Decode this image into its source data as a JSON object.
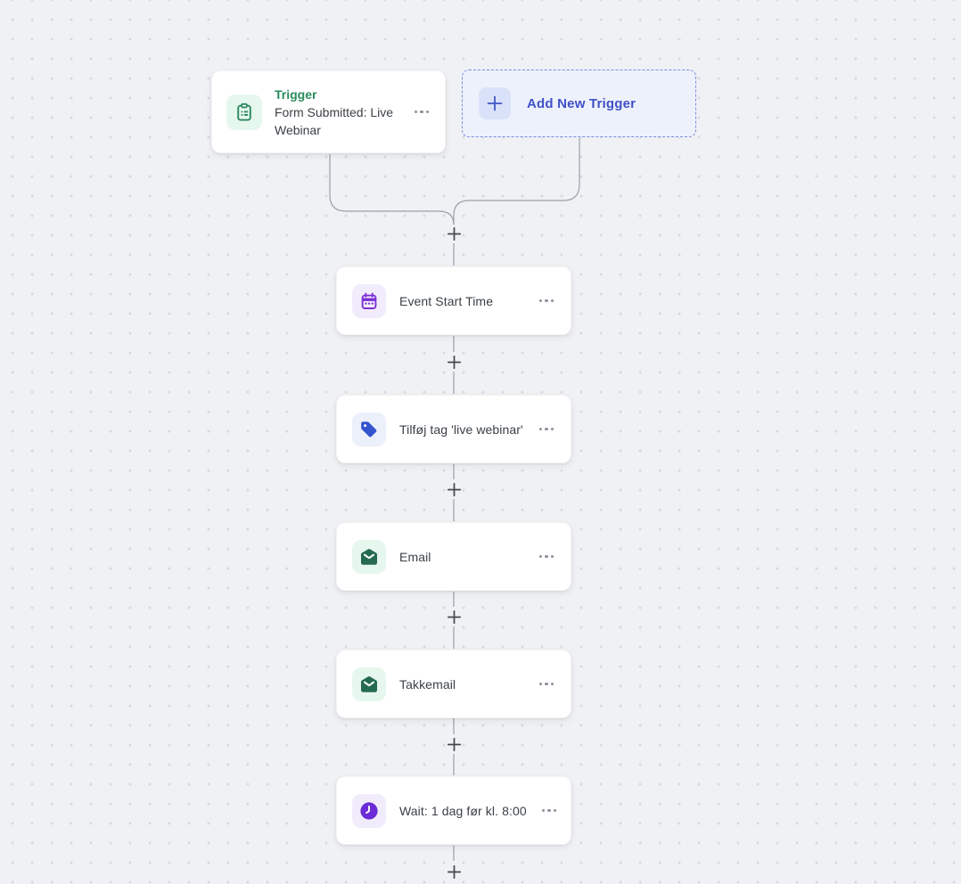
{
  "canvas": {
    "background": "#f0f1f4",
    "dot_color": "#d7d9de",
    "connector_color": "#9aa0a8",
    "plus_color": "#44484e"
  },
  "trigger_card": {
    "type_label": "Trigger",
    "title": "Form Submitted: Live Webinar",
    "icon": "clipboard-list-icon",
    "menu_icon": "kebab-menu-icon",
    "colors": {
      "label": "#2a8c5c",
      "icon": "#2c8a5f",
      "icon_bg": "#e6f7ee"
    }
  },
  "add_trigger_button": {
    "label": "Add New Trigger",
    "icon": "plus-icon",
    "colors": {
      "text": "#4050c8",
      "border": "#7b8ce0",
      "background": "#edf1fb",
      "icon_bg": "#d9e2f8",
      "icon": "#4356c9"
    }
  },
  "nodes": [
    {
      "title": "Event Start Time",
      "icon": "calendar-icon",
      "menu_icon": "kebab-menu-icon",
      "icon_color": "#7b2fd6",
      "icon_bg": "#f1ecfb"
    },
    {
      "title": "Tilføj tag 'live webinar'",
      "icon": "tag-icon",
      "menu_icon": "kebab-menu-icon",
      "icon_color": "#3453cf",
      "icon_bg": "#ecf0fa"
    },
    {
      "title": "Email",
      "icon": "mail-open-icon",
      "menu_icon": "kebab-menu-icon",
      "icon_color": "#266b4f",
      "icon_bg": "#e6f7ee"
    },
    {
      "title": "Takkemail",
      "icon": "mail-open-icon",
      "menu_icon": "kebab-menu-icon",
      "icon_color": "#266b4f",
      "icon_bg": "#e6f7ee"
    },
    {
      "title": "Wait: 1 dag før kl. 8:00",
      "icon": "clock-icon",
      "menu_icon": "kebab-menu-icon",
      "icon_color": "#6b2bd6",
      "icon_bg": "#f1ecfb"
    }
  ],
  "add_step": {
    "symbol": "+",
    "icon": "plus-icon"
  }
}
